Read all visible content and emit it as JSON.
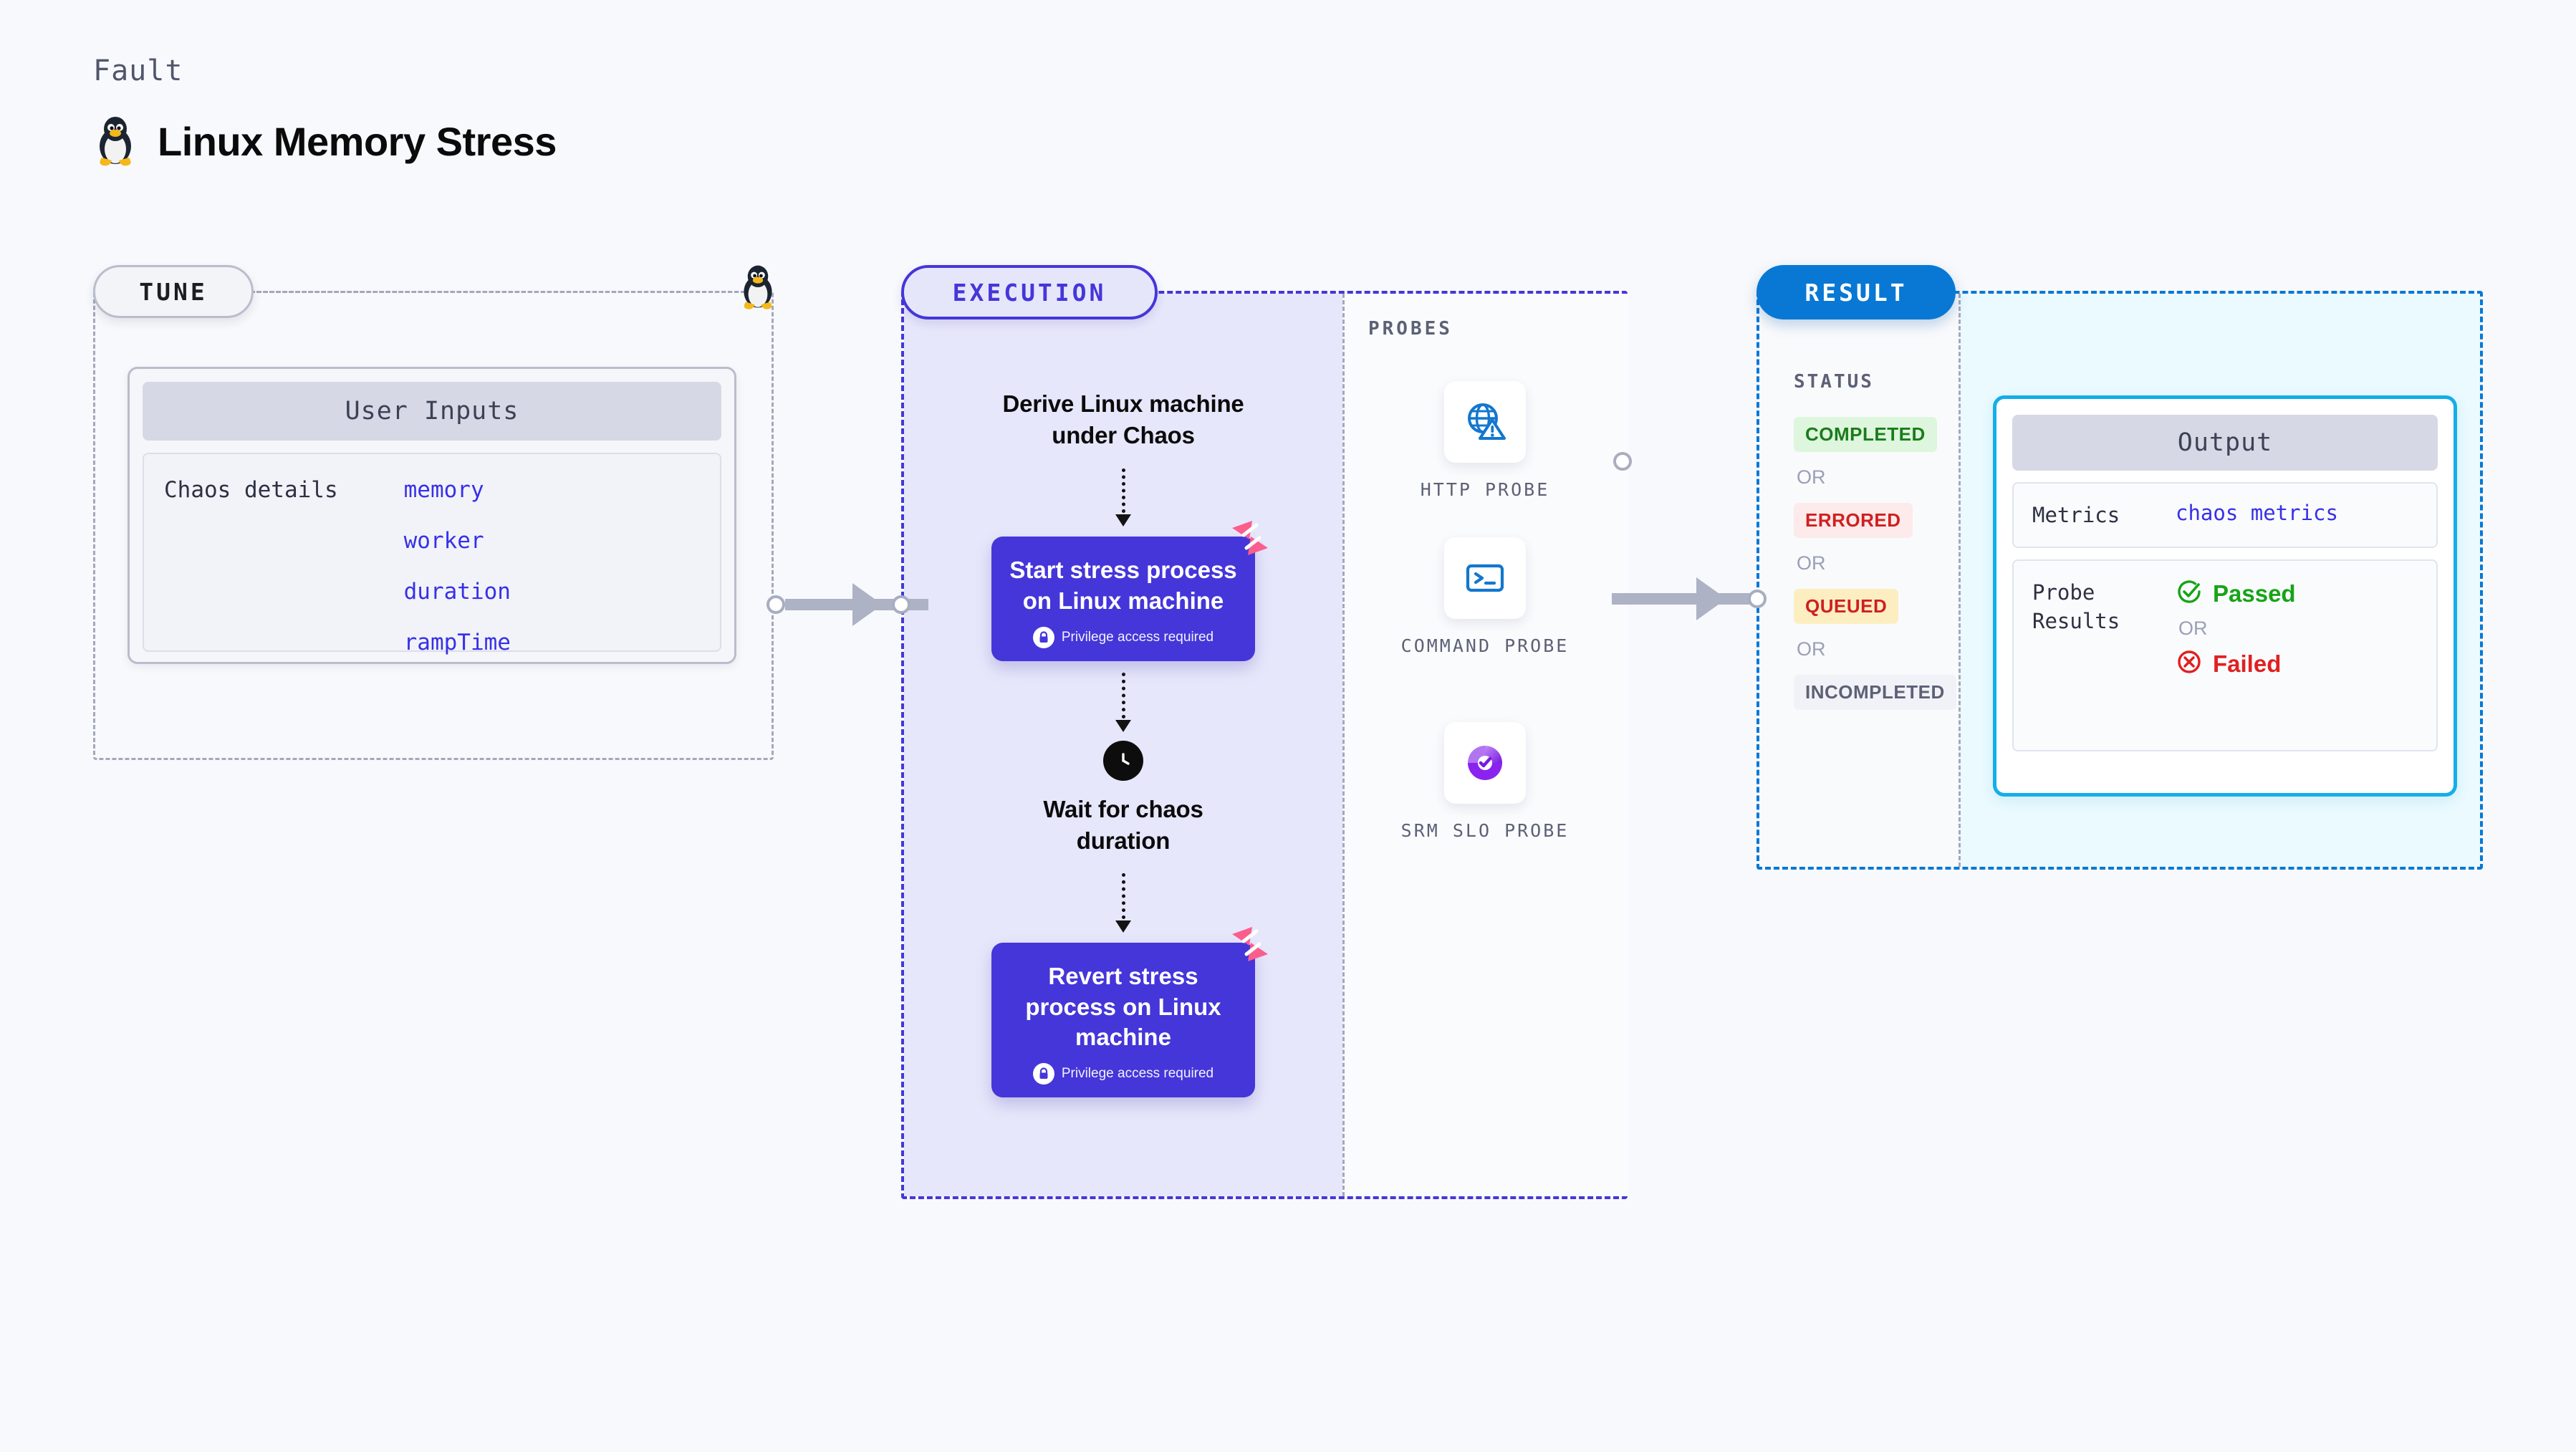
{
  "header": {
    "eyebrow": "Fault",
    "title": "Linux Memory Stress",
    "icon": "linux-penguin-icon"
  },
  "tune": {
    "pill_label": "TUNE",
    "card": {
      "header": "User Inputs",
      "key_label": "Chaos details",
      "values": [
        "memory",
        "worker",
        "duration",
        "rampTime"
      ]
    }
  },
  "execution": {
    "pill_label": "EXECUTION",
    "steps": [
      {
        "type": "text",
        "label": "Derive Linux machine under Chaos"
      },
      {
        "type": "action",
        "label": "Start stress process on Linux machine",
        "note": "Privilege access required",
        "badge": "harness-logo-icon",
        "lock": "lock-icon"
      },
      {
        "type": "wait",
        "label": "Wait for chaos duration",
        "icon": "clock-icon"
      },
      {
        "type": "action",
        "label": "Revert stress process on Linux machine",
        "note": "Privilege access required",
        "badge": "harness-logo-icon",
        "lock": "lock-icon"
      }
    ]
  },
  "probes": {
    "label": "PROBES",
    "items": [
      {
        "name": "HTTP PROBE",
        "icon": "globe-warning-icon"
      },
      {
        "name": "COMMAND PROBE",
        "icon": "terminal-icon"
      },
      {
        "name": "SRM SLO PROBE",
        "icon": "slo-donut-check-icon"
      }
    ]
  },
  "result": {
    "pill_label": "RESULT",
    "status_label": "STATUS",
    "or_label": "OR",
    "statuses": [
      {
        "label": "COMPLETED",
        "bg": "#ddf6dd",
        "fg": "#1a7c1a"
      },
      {
        "label": "ERRORED",
        "bg": "#fdeaea",
        "fg": "#cf2020"
      },
      {
        "label": "QUEUED",
        "bg": "#fdeec2",
        "fg": "#cf2020"
      },
      {
        "label": "INCOMPLETED",
        "bg": "#f1f2f7",
        "fg": "#5c6176"
      }
    ],
    "output": {
      "header": "Output",
      "metrics_key": "Metrics",
      "metrics_value": "chaos metrics",
      "probe_results_key": "Probe\nResults",
      "passed_label": "Passed",
      "failed_label": "Failed",
      "or_label": "OR",
      "passed_icon": "check-circle-icon",
      "failed_icon": "x-circle-icon",
      "passed_color": "#17a317",
      "failed_color": "#e02020"
    }
  },
  "theme": {
    "execution_accent": "#4536d9",
    "result_accent": "#0878d4",
    "output_accent": "#14aee8",
    "mono_value_color": "#3730e8",
    "connector_color": "#adb2c4"
  }
}
